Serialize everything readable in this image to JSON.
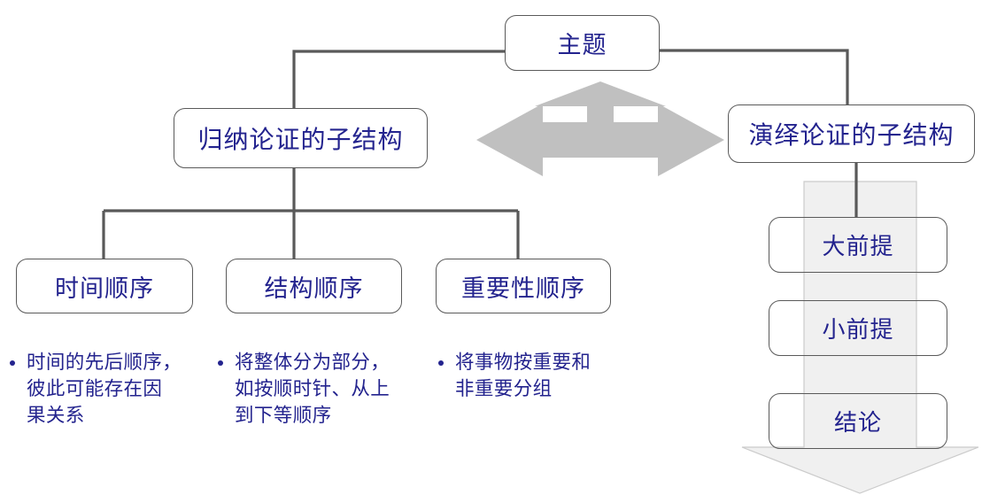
{
  "diagram": {
    "title_node": {
      "label": "主题",
      "name": "theme"
    },
    "branches": [
      {
        "label": "归纳论证的子结构",
        "name": "inductive-substructure"
      },
      {
        "label": "演绎论证的子结构",
        "name": "deductive-substructure"
      }
    ],
    "inductive_children": [
      {
        "label": "时间顺序",
        "name": "time-order"
      },
      {
        "label": "结构顺序",
        "name": "structure-order"
      },
      {
        "label": "重要性顺序",
        "name": "importance-order"
      }
    ],
    "inductive_notes": [
      {
        "lines": [
          "时间的先后顺序，",
          "彼此可能存在因",
          "果关系"
        ]
      },
      {
        "lines": [
          "将整体分为部分，",
          "如按顺时针、从上",
          "到下等顺序"
        ]
      },
      {
        "lines": [
          "将事物按重要和",
          "非重要分组"
        ]
      }
    ],
    "deductive_steps": [
      {
        "label": "大前提",
        "name": "major-premise"
      },
      {
        "label": "小前提",
        "name": "minor-premise"
      },
      {
        "label": "结论",
        "name": "conclusion"
      }
    ],
    "arrows": [
      {
        "name": "three-way-relation-arrow",
        "directions": [
          "left",
          "right",
          "up"
        ],
        "color": "#C0C0C0"
      },
      {
        "name": "deduction-flow-arrow",
        "directions": [
          "down"
        ],
        "color": "#F0F0F0"
      }
    ],
    "colors": {
      "text": "#23238E",
      "box_border": "#5a5a5a",
      "connector": "#595959",
      "relation_arrow": "#C0C0C0",
      "flow_arrow_fill": "#F0F0F0",
      "flow_arrow_stroke": "#C8C8C8",
      "background": "#FFFFFF"
    }
  }
}
